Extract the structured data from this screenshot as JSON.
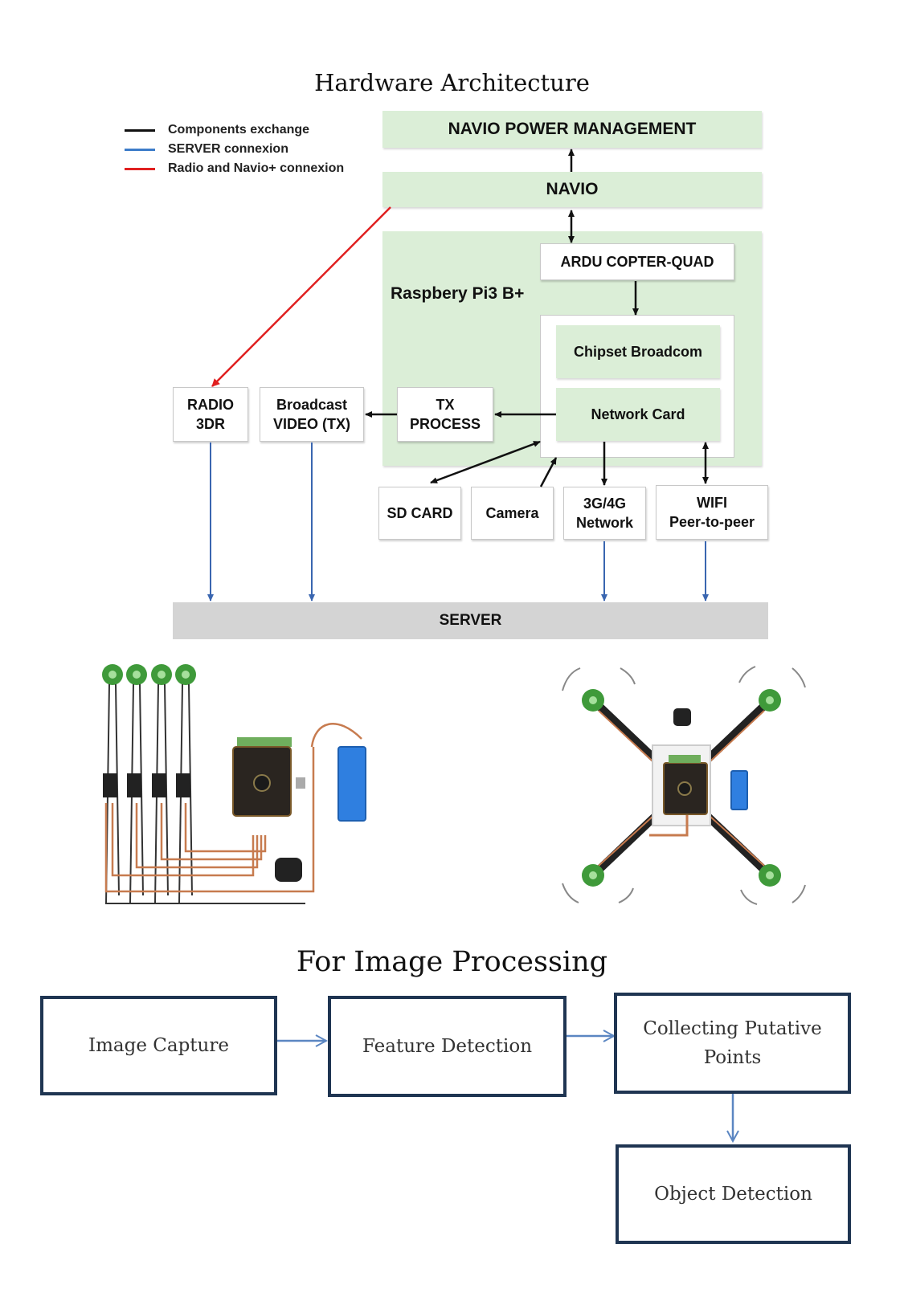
{
  "hardware": {
    "title": "Hardware Architecture",
    "legend": [
      {
        "label": "Components exchange",
        "color": "#111111"
      },
      {
        "label": "SERVER connexion",
        "color": "#3d7cc9"
      },
      {
        "label": "Radio and Navio+ connexion",
        "color": "#e02020"
      }
    ],
    "navio_power": "NAVIO POWER MANAGEMENT",
    "navio": "NAVIO",
    "raspberry": "Raspbery Pi3 B+",
    "ardu": "ARDU COPTER-QUAD",
    "chipset": "Chipset Broadcom",
    "network_card": "Network Card",
    "radio_l1": "RADIO",
    "radio_l2": "3DR",
    "broadcast_l1": "Broadcast",
    "broadcast_l2": "VIDEO (TX)",
    "tx_l1": "TX",
    "tx_l2": "PROCESS",
    "sd_card": "SD CARD",
    "camera": "Camera",
    "net_l1": "3G/4G",
    "net_l2": "Network",
    "wifi_l1": "WIFI",
    "wifi_l2": "Peer-to-peer",
    "server": "SERVER"
  },
  "processing": {
    "title": "For Image Processing",
    "steps": [
      "Image Capture",
      "Feature Detection",
      "Collecting Putative",
      "Points",
      "Object Detection"
    ]
  },
  "colors": {
    "green_fill": "#dbeed7",
    "server_fill": "#d4d4d4",
    "flow_border": "#1f3552",
    "flow_arrow": "#5b86c2"
  }
}
